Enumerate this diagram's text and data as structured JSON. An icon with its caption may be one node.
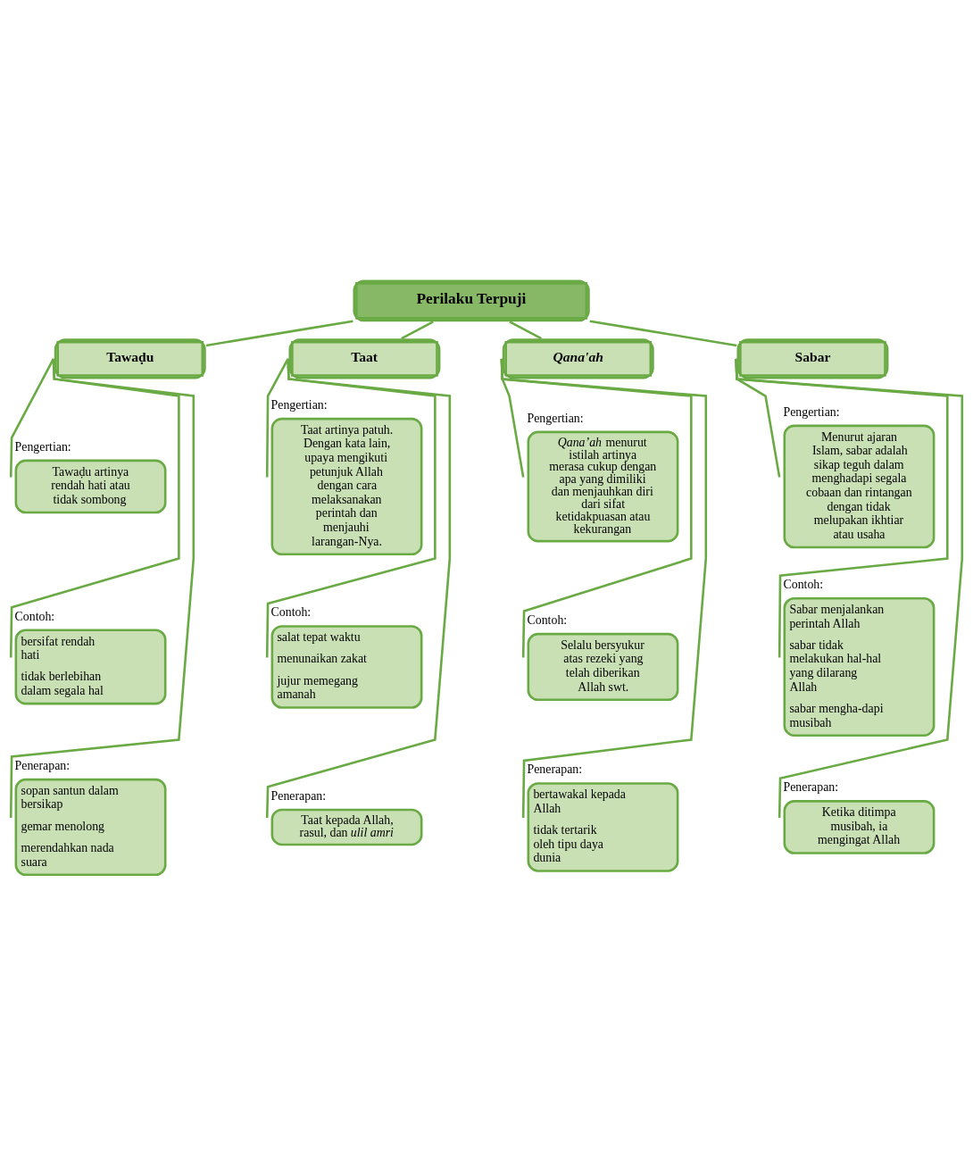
{
  "diagram": {
    "nodes": [
      {
        "text": [
          "Perilaku Terpuji"
        ]
      },
      {
        "text": [
          "Tawaḍu"
        ]
      },
      {
        "text": [
          "Taat"
        ]
      },
      {
        "text": [
          "*Qana'ah*"
        ]
      },
      {
        "text": [
          "Sabar"
        ]
      },
      {
        "text": [
          "Pengertian:",
          "Tawaḍu artinya rendah hati atau tidak sombong"
        ]
      },
      {
        "text": [
          "Contoh:",
          "bersifat rendah hati",
          "tidak berlebihan dalam segala hal"
        ]
      },
      {
        "text": [
          "Penerapan:",
          "sopan santun dalam bersikap",
          "gemar menolong",
          "merendahkan nada suara"
        ]
      },
      {
        "text": [
          "Pengertian:",
          "Taat artinya patuh. Dengan kata lain, upaya mengikuti petunjuk Allah dengan cara melaksanakan perintah dan menjauhi larangan-Nya."
        ]
      },
      {
        "text": [
          "Contoh:",
          "salat tepat waktu",
          "menunaikan zakat",
          "jujur memegang amanah"
        ]
      },
      {
        "text": [
          "Penerapan:",
          "Taat kepada Allah, rasul, dan *ulil amri*"
        ]
      },
      {
        "text": [
          "Pengertian:",
          "*Qana’ah* menurut istilah artinya merasa cukup dengan apa yang dimiliki dan menjauhkan diri dari sifat ketidakpuasan atau kekurangan"
        ]
      },
      {
        "text": [
          "Contoh:",
          "Selalu bersyukur atas rezeki yang telah diberikan Allah swt."
        ]
      },
      {
        "text": [
          "Penerapan:",
          "bertawakal kepada Allah",
          "tidak tertarik oleh tipu daya dunia"
        ]
      },
      {
        "text": [
          "Pengertian:",
          "Menurut ajaran Islam, sabar adalah sikap teguh dalam menghadapi segala cobaan dan rintangan dengan tidak melupakan ikhtiar atau usaha"
        ]
      },
      {
        "text": [
          "Contoh:",
          "Sabar menjalankan perintah Allah",
          "sabar tidak melakukan hal-hal yang dilarang Allah",
          "sabar mengha-dapi musibah"
        ]
      },
      {
        "text": [
          "Penerapan:",
          "Ketika ditimpa musibah, ia mengingat Allah"
        ]
      }
    ],
    "edges": [
      {
        "from": 0,
        "to": 1,
        "arrow": "none"
      },
      {
        "from": 0,
        "to": 2,
        "arrow": "none"
      },
      {
        "from": 0,
        "to": 3,
        "arrow": "none"
      },
      {
        "from": 0,
        "to": 4,
        "arrow": "none"
      },
      {
        "from": 1,
        "to": 5,
        "arrow": "none"
      },
      {
        "from": 1,
        "to": 6,
        "arrow": "none"
      },
      {
        "from": 1,
        "to": 7,
        "arrow": "none"
      },
      {
        "from": 2,
        "to": 8,
        "arrow": "none"
      },
      {
        "from": 2,
        "to": 9,
        "arrow": "none"
      },
      {
        "from": 2,
        "to": 10,
        "arrow": "none"
      },
      {
        "from": 3,
        "to": 11,
        "arrow": "none"
      },
      {
        "from": 3,
        "to": 12,
        "arrow": "none"
      },
      {
        "from": 3,
        "to": 13,
        "arrow": "none"
      },
      {
        "from": 4,
        "to": 14,
        "arrow": "none"
      },
      {
        "from": 4,
        "to": 15,
        "arrow": "none"
      },
      {
        "from": 4,
        "to": 16,
        "arrow": "none"
      }
    ]
  }
}
